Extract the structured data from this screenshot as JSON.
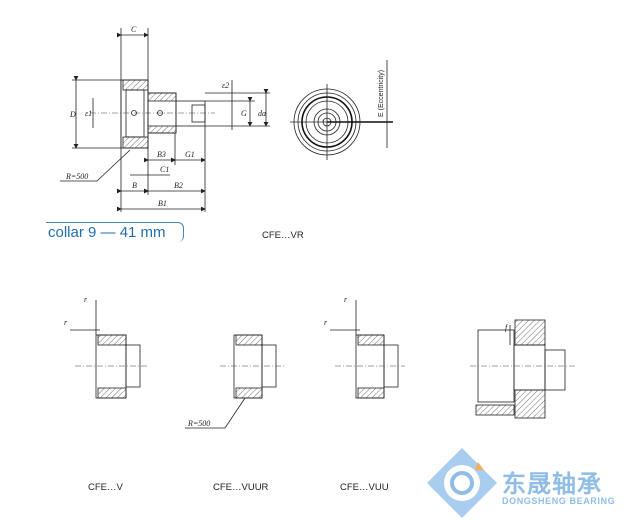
{
  "top_drawing": {
    "dim_labels": {
      "C": "C",
      "D": "D",
      "e1": "ε1",
      "e2": "ε2",
      "G": "G",
      "da": "da",
      "B3": "B3",
      "G1": "G1",
      "C1": "C1",
      "B": "B",
      "B2": "B2",
      "B1": "B1",
      "R": "R=500"
    }
  },
  "front_view": {
    "eccentricity_label": "E (Eccentricity)"
  },
  "collar_banner": "collar 9 — 41 mm",
  "captions": {
    "vr": "CFE…VR",
    "v": "CFE…V",
    "vuur": "CFE…VUUR",
    "vuu": "CFE…VUU"
  },
  "bottom_labels": {
    "r": "r",
    "f": "f",
    "R": "R=500"
  },
  "logo": {
    "cn": "东晟轴承",
    "en": "DONGSHENG BEARING",
    "color": "#8fbde6"
  }
}
